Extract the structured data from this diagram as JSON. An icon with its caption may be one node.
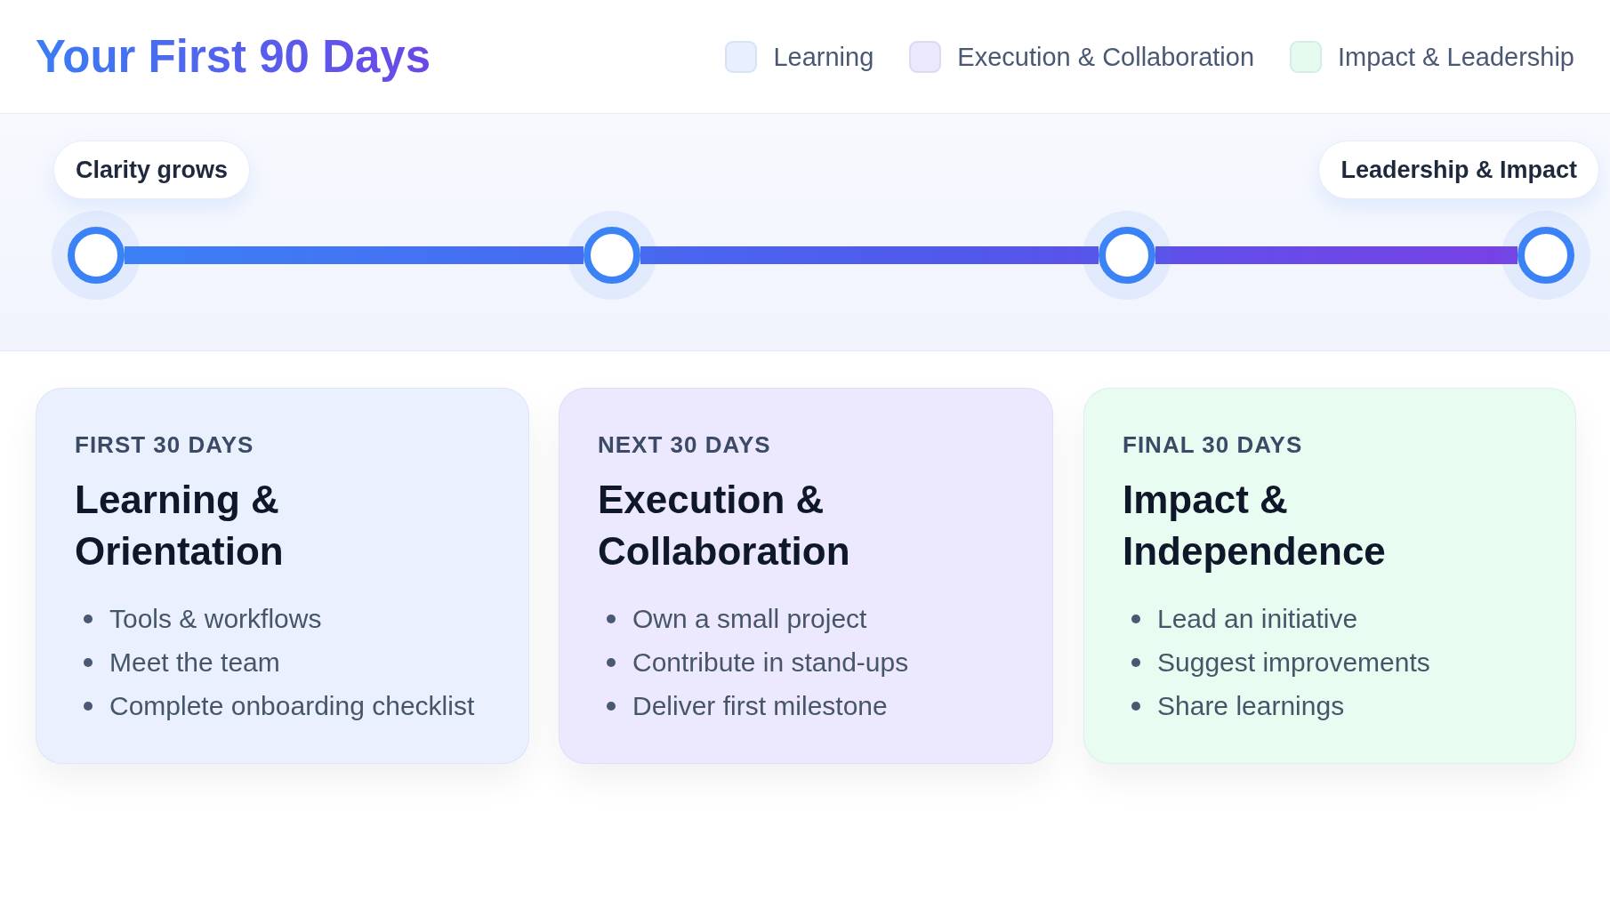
{
  "diagram": {
    "title": "Your First 90 Days",
    "nodes": [
      {
        "text": [
          "Clarity grows"
        ]
      },
      {
        "text": [
          "Leadership & Impact"
        ]
      },
      {
        "text": [],
        "shape": "circle"
      },
      {
        "text": [],
        "shape": "circle"
      },
      {
        "text": [],
        "shape": "circle"
      },
      {
        "text": [],
        "shape": "circle"
      },
      {
        "text": [
          "FIRST 30 DAYS",
          "Learning & Orientation",
          "Tools & workflows",
          "Meet the team",
          "Complete onboarding checklist"
        ]
      },
      {
        "text": [
          "NEXT 30 DAYS",
          "Execution & Collaboration",
          "Own a small project",
          "Contribute in stand-ups",
          "Deliver first milestone"
        ]
      },
      {
        "text": [
          "FINAL 30 DAYS",
          "Impact & Independence",
          "Lead an initiative",
          "Suggest improvements",
          "Share learnings"
        ]
      }
    ],
    "edges": [
      {
        "from": 2,
        "to": 3,
        "arrow": "none"
      },
      {
        "from": 3,
        "to": 4,
        "arrow": "none"
      },
      {
        "from": 4,
        "to": 5,
        "arrow": "none"
      }
    ],
    "legend": [
      {
        "text": "Learning",
        "color": "#e8effd"
      },
      {
        "text": "Execution & Collaboration",
        "color": "#ebe7fd"
      },
      {
        "text": "Impact & Leadership",
        "color": "#e6fbef"
      }
    ]
  }
}
